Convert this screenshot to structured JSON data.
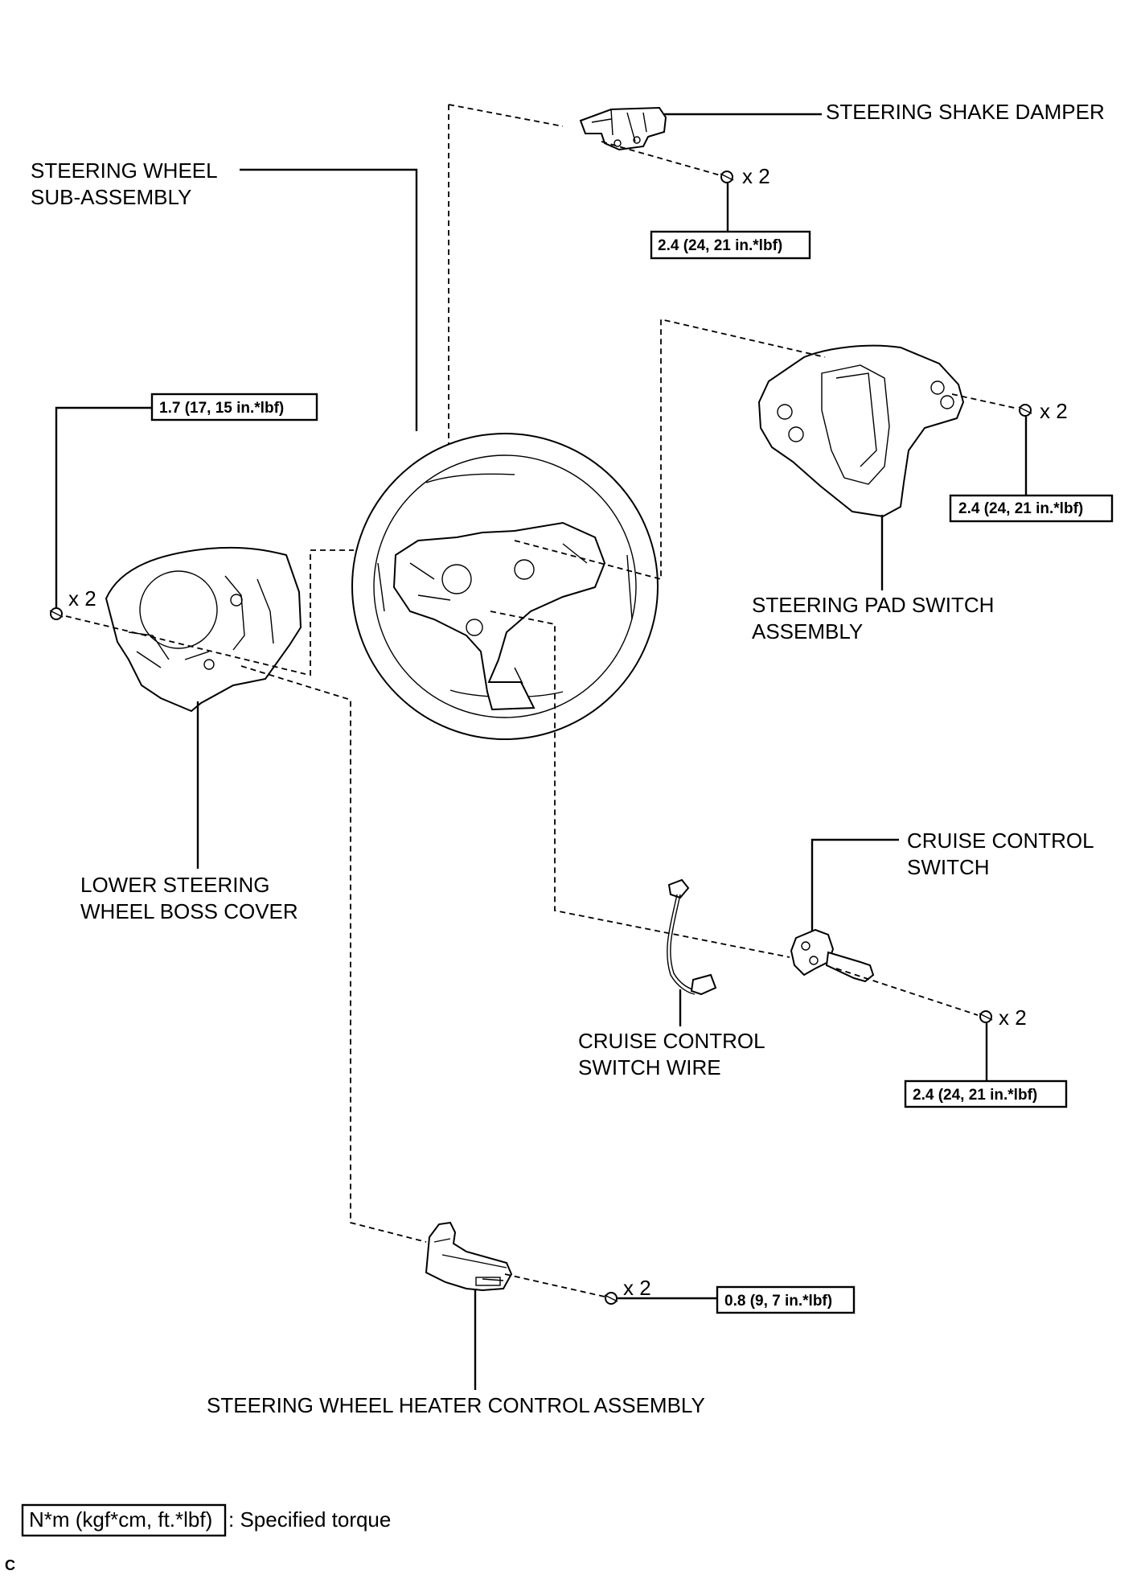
{
  "labels": {
    "steering_shake_damper": "STEERING SHAKE DAMPER",
    "steering_wheel_l1": "STEERING WHEEL",
    "steering_wheel_l2": "SUB-ASSEMBLY",
    "pad_switch_l1": "STEERING PAD SWITCH",
    "pad_switch_l2": "ASSEMBLY",
    "lower_cover_l1": "LOWER STEERING",
    "lower_cover_l2": "WHEEL BOSS COVER",
    "cruise_switch_l1": "CRUISE CONTROL",
    "cruise_switch_l2": "SWITCH",
    "cruise_wire_l1": "CRUISE CONTROL",
    "cruise_wire_l2": "SWITCH WIRE",
    "heater_control": "STEERING WHEEL HEATER CONTROL ASSEMBLY"
  },
  "quantities": {
    "damper_bolt": "x 2",
    "pad_bolt": "x 2",
    "cover_bolt": "x 2",
    "cruise_bolt": "x 2",
    "heater_bolt": "x 2"
  },
  "torque_specs": {
    "damper": "2.4 (24, 21 in.*lbf)",
    "pad_switch": "2.4 (24, 21 in.*lbf)",
    "lower_cover": "1.7 (17, 15 in.*lbf)",
    "cruise_switch": "2.4 (24, 21 in.*lbf)",
    "heater_control": "0.8 (9, 7 in.*lbf)"
  },
  "legend": {
    "unit": "N*m (kgf*cm, ft.*lbf)",
    "description": ": Specified torque"
  },
  "footer_code": "C"
}
